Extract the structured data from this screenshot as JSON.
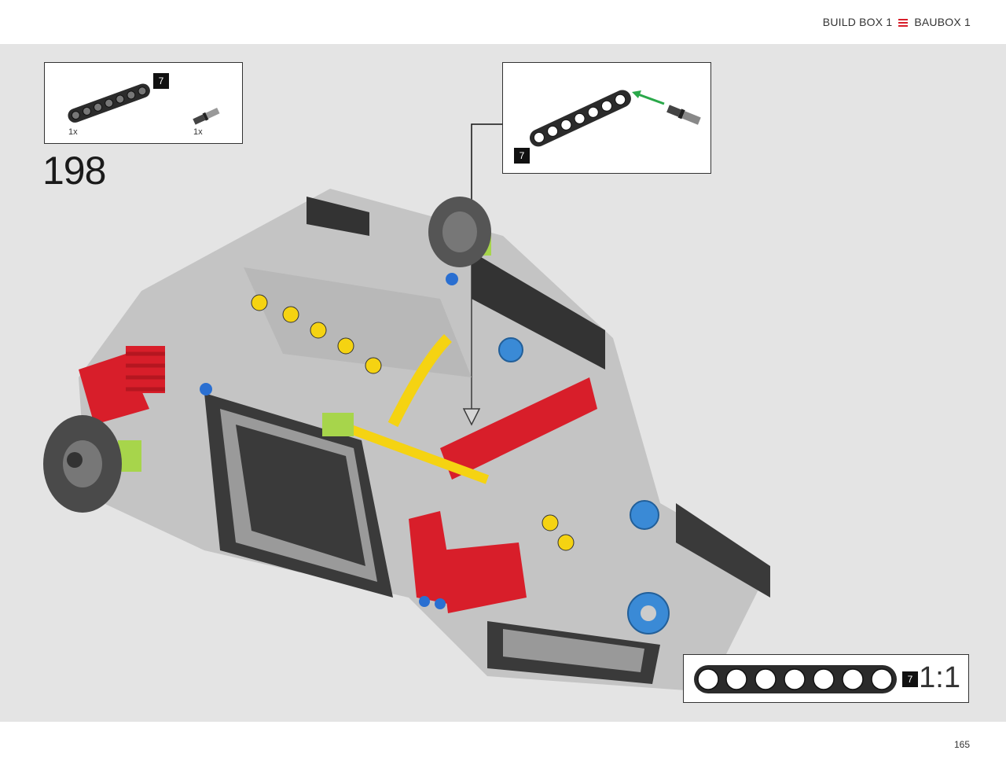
{
  "header": {
    "build_box_en": "BUILD BOX 1",
    "build_box_de": "BAUBOX 1",
    "flag_icon": "tricolor-stripes-icon"
  },
  "parts_list": {
    "items": [
      {
        "name": "beam-7",
        "quantity": "1x",
        "length": "7"
      },
      {
        "name": "axle-pin",
        "quantity": "1x"
      }
    ]
  },
  "step": {
    "number": "198"
  },
  "callout": {
    "beam_length": "7"
  },
  "scale_guide": {
    "length": "7",
    "ratio": "1:1"
  },
  "footer": {
    "page_number": "165"
  },
  "colors": {
    "background": "#e4e4e4",
    "accent_red": "#d81e2a",
    "beam_black": "#2b2b2b",
    "arrow_green": "#2aa84a"
  }
}
